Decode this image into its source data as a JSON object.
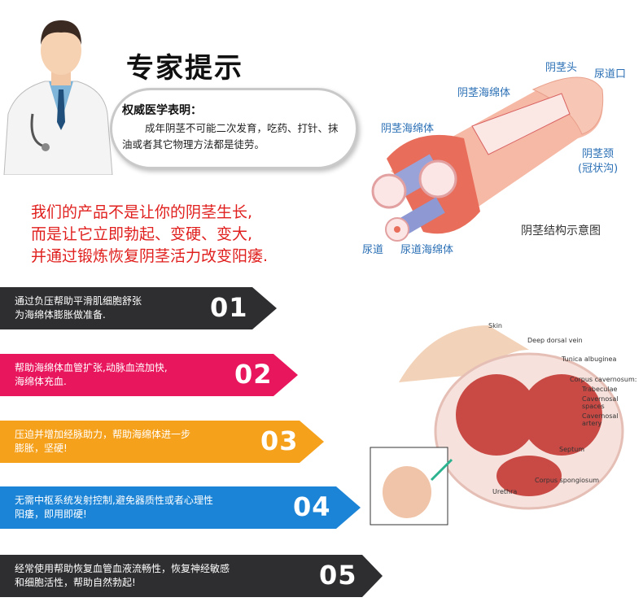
{
  "header": {
    "title": "专家提示"
  },
  "bubble": {
    "heading": "权威医学表明：",
    "body": "成年阴茎不可能二次发育，吃药、打针、抹油或者其它物理方法都是徒劳。"
  },
  "claim": {
    "lines": [
      "我们的产品不是让你的阴茎生长,",
      "而是让它立即勃起、变硬、变大,",
      "并通过锻炼恢复阴茎活力改变阳痿."
    ]
  },
  "diagram1": {
    "caption": "阴茎结构示意图",
    "labels": {
      "glans": "阴茎头",
      "meatus": "尿道口",
      "cavernosum_top": "阴茎海绵体",
      "cavernosum_left": "阴茎海绵体",
      "neck": "阴茎颈",
      "neck2": "(冠状沟)",
      "urethra": "尿道",
      "spongiosum": "尿道海绵体"
    }
  },
  "diagram2": {
    "labels": [
      "Skin",
      "Deep dorsal vein",
      "Tunica albuginea",
      "Corpus cavernosum:",
      "Trabeculae",
      "Cavernosal spaces",
      "Cavernosal artery",
      "Septum",
      "Corpus spongiosum",
      "Urethra"
    ]
  },
  "steps": [
    {
      "num": "01",
      "text1": "通过负压帮助平滑肌细胞舒张",
      "text2": "为海绵体膨胀做准备.",
      "color": "#2e2e30"
    },
    {
      "num": "02",
      "text1": "帮助海绵体血管扩张,动脉血流加快,",
      "text2": "海绵体充血.",
      "color": "#e8175d"
    },
    {
      "num": "03",
      "text1": "压迫并增加经脉助力，帮助海绵体进一步",
      "text2": "膨胀，坚硬!",
      "color": "#f5a11c"
    },
    {
      "num": "04",
      "text1": "无需中枢系统发射控制,避免器质性或者心理性",
      "text2": "阳痿，即用即硬!",
      "color": "#1b84d6"
    },
    {
      "num": "05",
      "text1": "经常使用帮助恢复血管血液流畅性，恢复神经敏感",
      "text2": "和细胞活性，帮助自然勃起!",
      "color": "#2e2e30"
    }
  ]
}
